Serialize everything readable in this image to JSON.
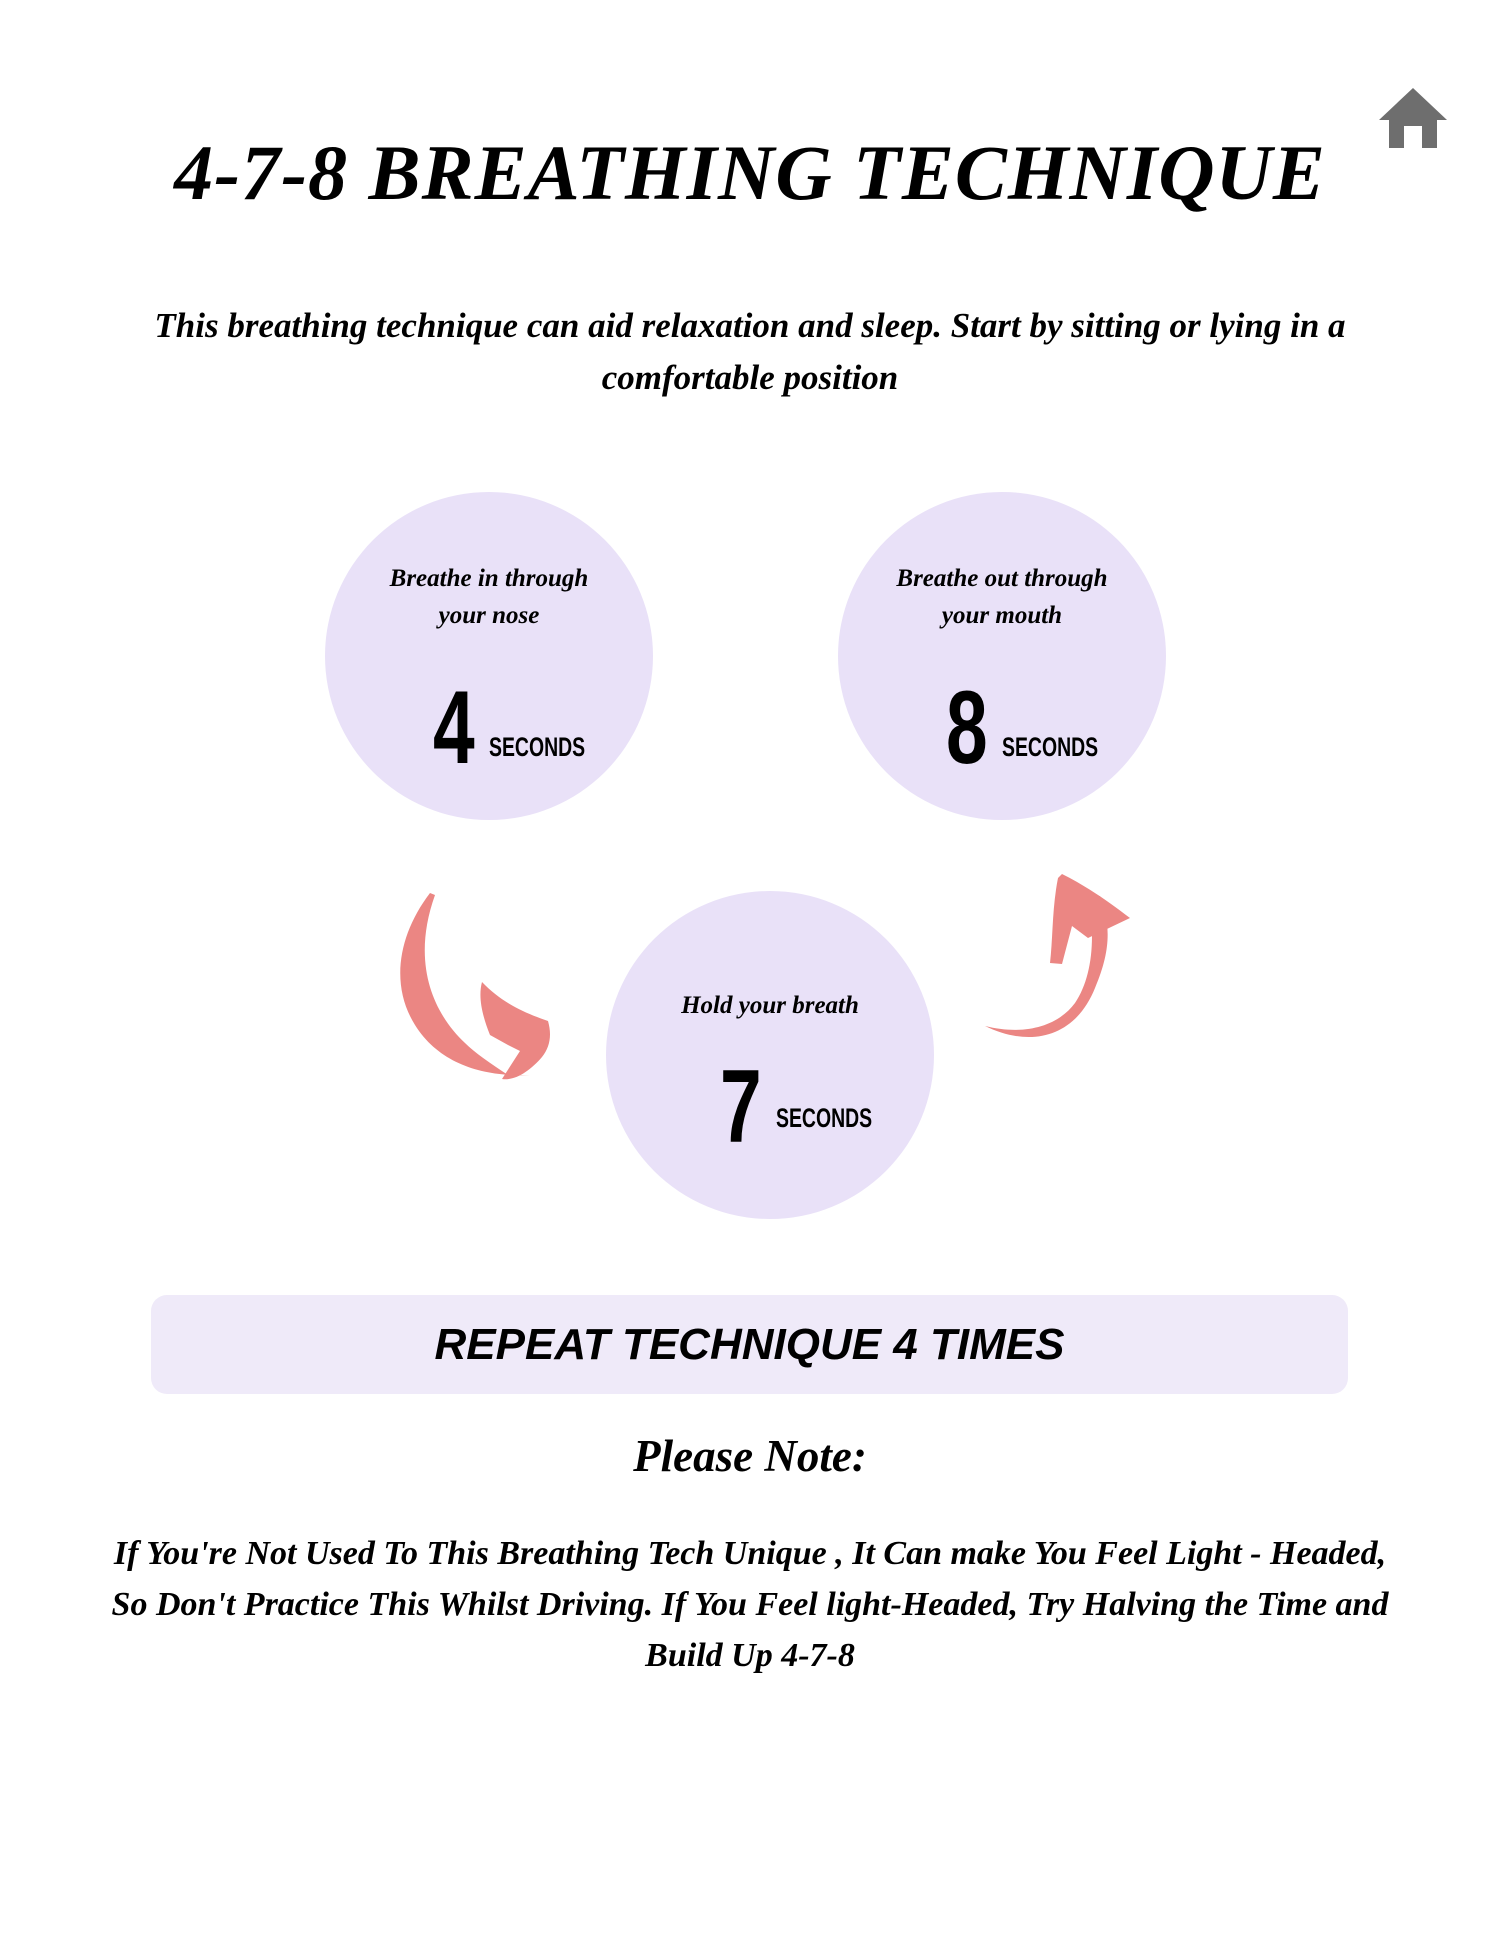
{
  "header": {
    "title": "4-7-8 BREATHING TECHNIQUE",
    "home_icon": "home-icon"
  },
  "intro": "This breathing technique can aid relaxation and sleep. Start by sitting or lying in a comfortable position",
  "steps": [
    {
      "instruction": "Breathe in through your nose",
      "count": "4",
      "unit": "SECONDS"
    },
    {
      "instruction": "Hold your breath",
      "count": "7",
      "unit": "SECONDS"
    },
    {
      "instruction": "Breathe out through your mouth",
      "count": "8",
      "unit": "SECONDS"
    }
  ],
  "repeat_label": "REPEAT TECHNIQUE 4 TIMES",
  "note": {
    "heading": "Please Note:",
    "text": "If You're Not Used To This Breathing Tech Unique , It Can make You Feel Light - Headed, So Don't Practice This  Whilst Driving. If You Feel light-Headed, Try Halving the Time and Build Up 4-7-8"
  },
  "colors": {
    "circle": "#e9e1f8",
    "arrow": "#eb8683",
    "home": "#6e6e6e",
    "banner": "#efeaf9"
  }
}
